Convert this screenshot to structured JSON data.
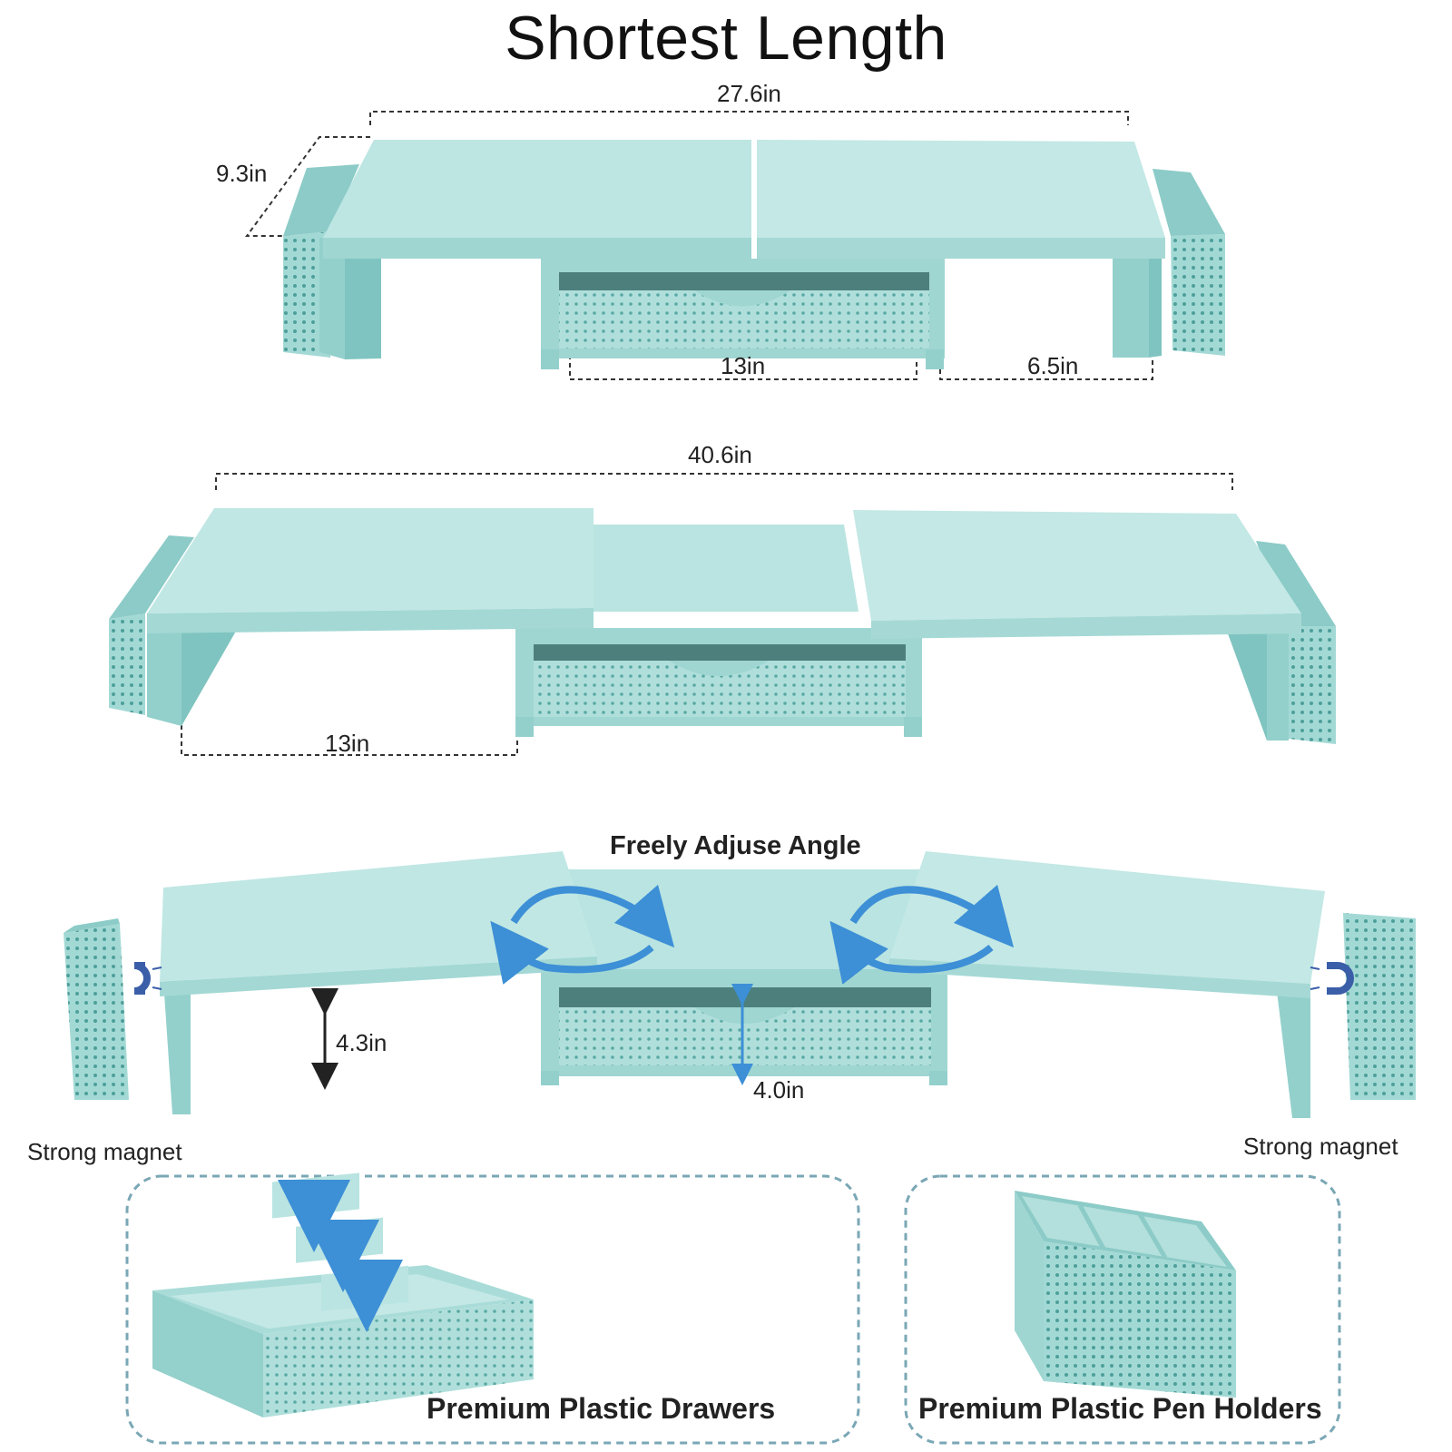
{
  "title": "Shortest Length",
  "dimensions": {
    "top_length": "27.6in",
    "top_depth": "9.3in",
    "top_drawer_width": "13in",
    "top_side_gap": "6.5in",
    "mid_length": "40.6in",
    "mid_side_gap": "13in",
    "height_side": "4.3in",
    "height_drawer": "4.0in"
  },
  "angle_caption": "Freely Adjuse Angle",
  "magnet_left": "Strong magnet",
  "magnet_right": "Strong magnet",
  "panels": {
    "drawers": "Premium Plastic Drawers",
    "pen_holders": "Premium Plastic Pen Holders"
  },
  "colors": {
    "teal_top": "#b6e3e0",
    "teal_front": "#9ed6d2",
    "teal_side": "#8fcdc9",
    "teal_dark": "#6ebdb8",
    "dots": "#5aa9a4",
    "arrow_blue": "#3d8fd6",
    "panel_border": "#7aa7b5"
  }
}
